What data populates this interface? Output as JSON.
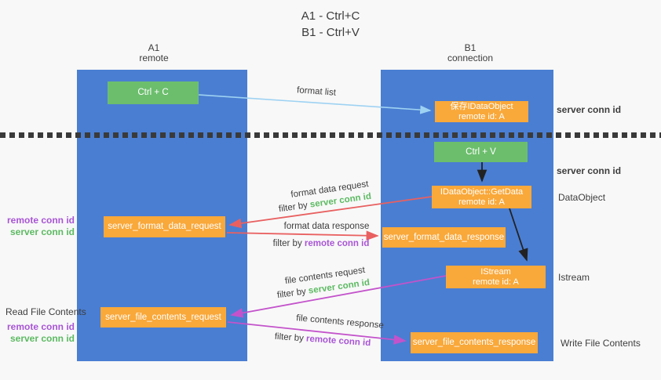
{
  "title": {
    "line1": "A1 - Ctrl+C",
    "line2": "B1 - Ctrl+V"
  },
  "columns": {
    "a1": {
      "name": "A1",
      "subtitle": "remote"
    },
    "b1": {
      "name": "B1",
      "subtitle": "connection"
    }
  },
  "nodes": {
    "ctrl_c": {
      "label": "Ctrl + C"
    },
    "ctrl_v": {
      "label": "Ctrl + V"
    },
    "save_dataobject": {
      "line1": "保存IDataObject",
      "line2": "remote id: A"
    },
    "getdata": {
      "line1": "IDataObject::GetData",
      "line2": "remote id: A"
    },
    "istream": {
      "line1": "IStream",
      "line2": "remote id: A"
    },
    "format_request": {
      "label": "server_format_data_request"
    },
    "format_response": {
      "label": "server_format_data_response"
    },
    "file_request": {
      "label": "server_file_contents_request"
    },
    "file_response": {
      "label": "server_file_contents_response"
    }
  },
  "edge_labels": {
    "format_list": "format list",
    "format_data_request": "format data request",
    "format_data_response": "format data response",
    "file_contents_request": "file contents request",
    "file_contents_response": "file contents response",
    "filter_by": "filter by",
    "server_conn_id": "server conn id",
    "remote_conn_id": "remote conn id"
  },
  "side_labels": {
    "server_conn_id_top": "server conn id",
    "server_conn_id_mid": "server conn id",
    "dataobject": "DataObject",
    "istream": "Istream",
    "write_file_contents": "Write File Contents",
    "read_file_contents": "Read File Contents",
    "remote_conn_id": "remote conn id",
    "server_conn_id": "server conn id"
  },
  "colors": {
    "lifeline_blue": "#4a7ed2",
    "box_green": "#6cbe6d",
    "box_orange": "#f9a83a",
    "text_green": "#5cba62",
    "text_purple": "#a855d5",
    "arrow_red": "#e96060",
    "arrow_magenta": "#c353cb",
    "arrow_blue": "#9ed2f2",
    "arrow_black": "#222222",
    "background": "#f8f8f8"
  }
}
